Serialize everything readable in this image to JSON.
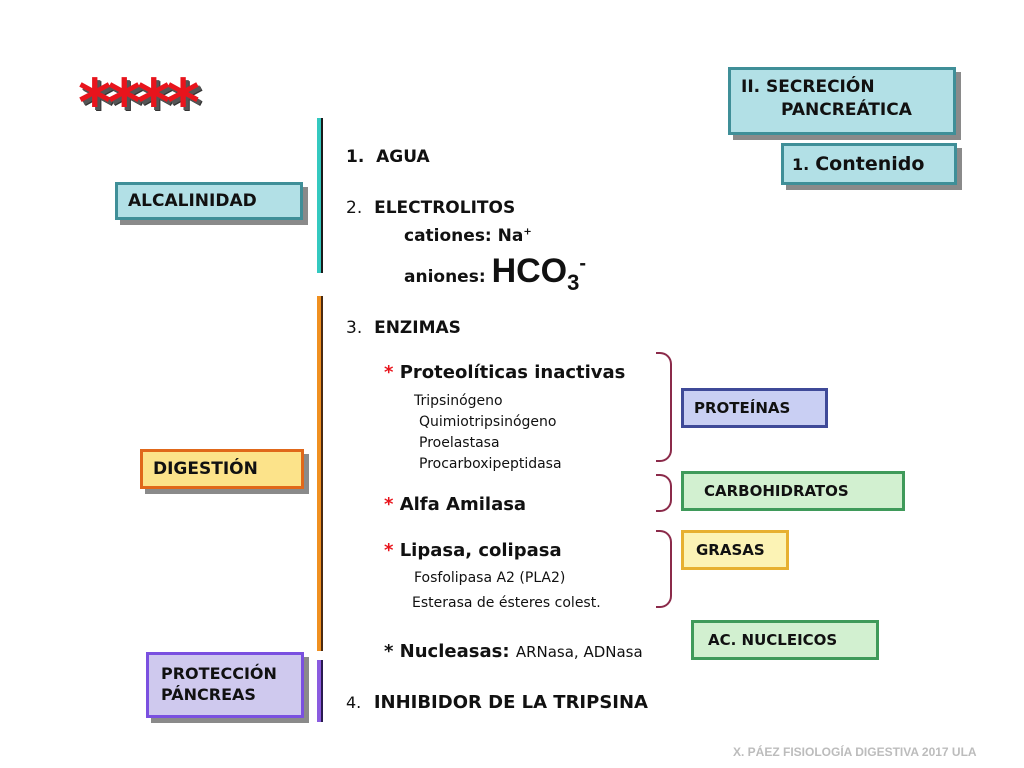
{
  "decor": {
    "stars": "****"
  },
  "header": {
    "title_line1": "II. SECRECIÓN",
    "title_line2": "PANCREÁTICA",
    "contenido_num": "1.",
    "contenido_label": "Contenido"
  },
  "categories": {
    "alcalinidad": "ALCALINIDAD",
    "digestion": "DIGESTIÓN",
    "proteccion_line1": "PROTECCIÓN",
    "proteccion_line2": "PÁNCREAS"
  },
  "content": {
    "item1_num": "1.",
    "item1_label": "AGUA",
    "item2_num": "2.",
    "item2_label": "ELECTROLITOS",
    "cationes_label": "cationes: Na",
    "cationes_sup": "+",
    "aniones_label": "aniones:",
    "hco3_base": "HCO",
    "hco3_sub": "3",
    "hco3_sup": "-",
    "item3_num": "3.",
    "item3_label": "ENZIMAS",
    "bullet": "*",
    "proteoliticas": "Proteolíticas inactivas",
    "tripsinogeno": "Tripsinógeno",
    "quimiotripsinogeno": "Quimiotripsinógeno",
    "proelastasa": "Proelastasa",
    "procarboxipeptidasa": "Procarboxipeptidasa",
    "alfa_amilasa": "Alfa Amilasa",
    "lipasa": "Lipasa, colipasa",
    "fosfolipasa": "Fosfolipasa A2 (PLA2)",
    "esterasa": "Esterasa de ésteres colest.",
    "nucleasas_label": "* Nucleasas:",
    "nucleasas_detail": "ARNasa, ADNasa",
    "item4_num": "4.",
    "item4_label": "INHIBIDOR DE LA TRIPSINA"
  },
  "targets": {
    "proteinas": "PROTEÍNAS",
    "carbohidratos": "CARBOHIDRATOS",
    "grasas": "GRASAS",
    "ac_nucleicos": "AC. NUCLEICOS"
  },
  "footer": {
    "credit": "X. PÁEZ   FISIOLOGÍA DIGESTIVA 2017  ULA"
  },
  "colors": {
    "red": "#e8141c",
    "teal": "#b2e0e6",
    "orange": "#e0681a",
    "purple": "#7a50e0"
  }
}
